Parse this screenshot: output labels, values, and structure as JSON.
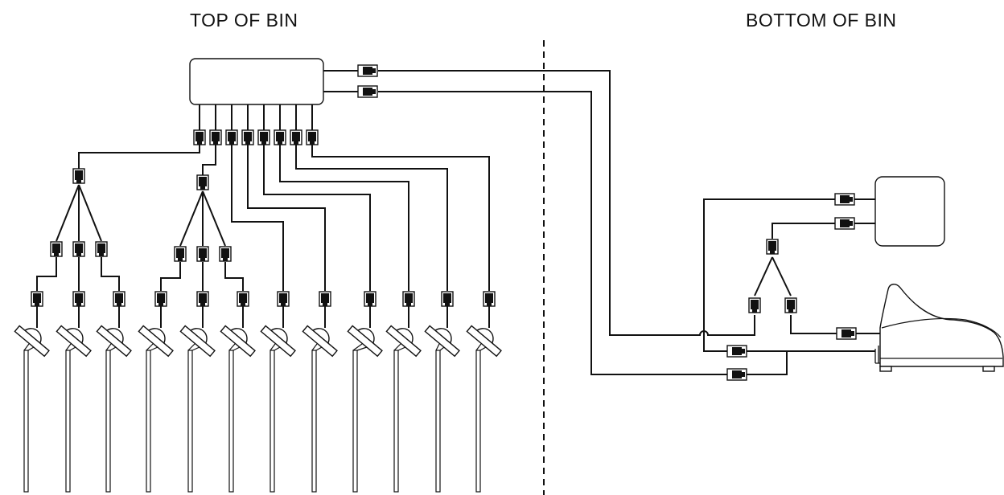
{
  "labels": {
    "top": "TOP OF BIN",
    "bottom": "BOTTOM OF BIN"
  },
  "colors": {
    "line": "#111111",
    "background": "#ffffff"
  },
  "components": {
    "hub_box": "junction-box",
    "controller_box": "controller-box",
    "console": "monitor-console",
    "cables": "temperature-cables",
    "divider": "dashed-divider"
  }
}
